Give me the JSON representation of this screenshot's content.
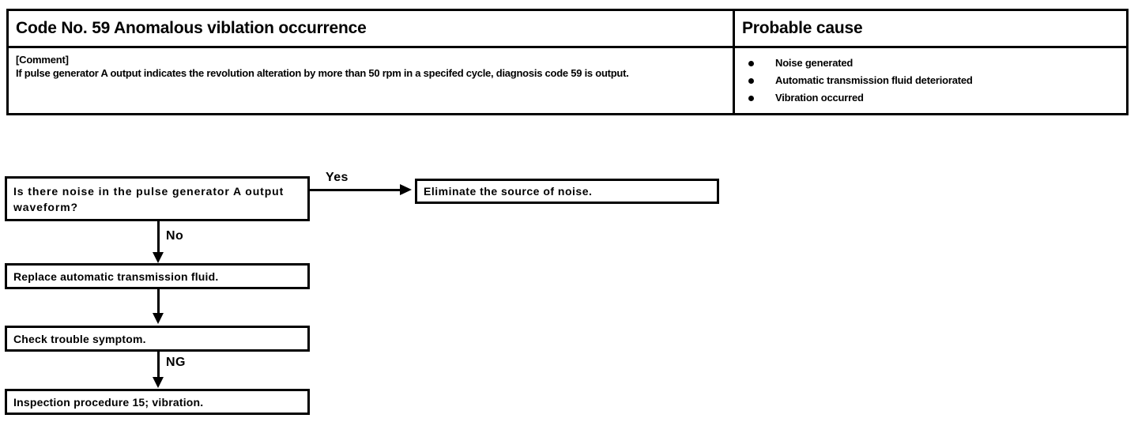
{
  "table": {
    "headers": {
      "code": "Code No. 59 Anomalous viblation occurrence",
      "cause": "Probable cause"
    },
    "comment_label": "[Comment]",
    "comment_text": "If pulse generator A output indicates the revolution alteration by more than 50 rpm in a specifed cycle, diagnosis code 59 is output.",
    "causes": [
      "Noise generated",
      "Automatic transmission fluid deteriorated",
      "Vibration occurred"
    ]
  },
  "flowchart": {
    "boxes": {
      "question": "Is there noise in the pulse generator A output waveform?",
      "eliminate": "Eliminate the source of noise.",
      "replace": "Replace automatic transmission fluid.",
      "check": "Check trouble symptom.",
      "inspection": "Inspection procedure 15; vibration."
    },
    "labels": {
      "yes": "Yes",
      "no": "No",
      "ng": "NG"
    }
  },
  "colors": {
    "ink": "#000000",
    "paper": "#ffffff"
  }
}
